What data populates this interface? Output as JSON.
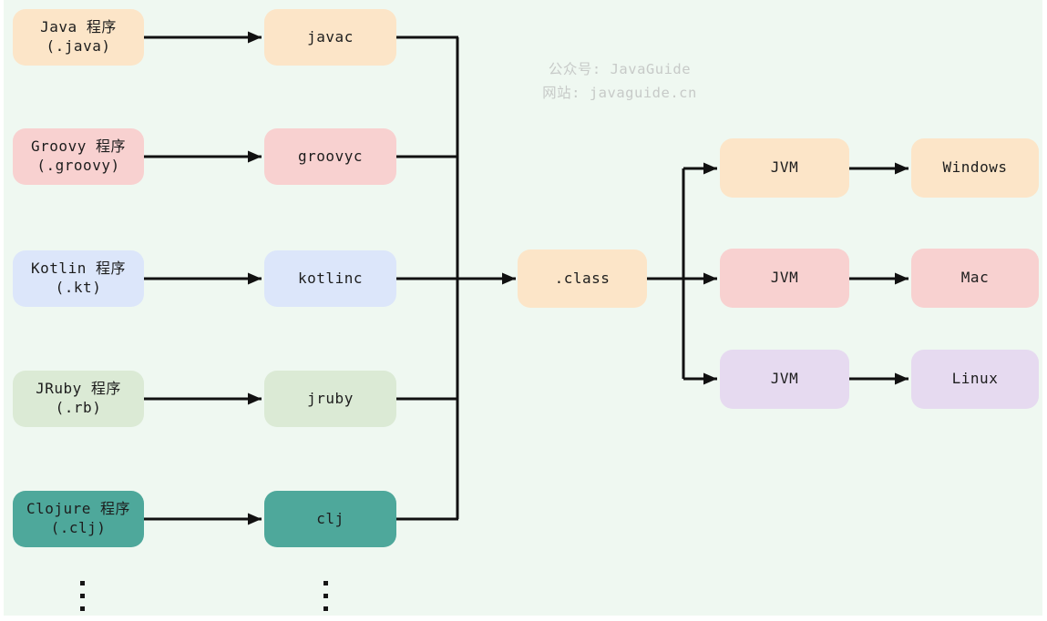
{
  "watermark": {
    "line1": "公众号: JavaGuide",
    "line2": "网站: javaguide.cn"
  },
  "colors": {
    "background": "#eff8f1",
    "line": "#111111",
    "text": "#1d1d1d",
    "watermark": "#c7cac8",
    "peach": "#fce5c8",
    "pink": "#f8d1d0",
    "blue": "#dce6fa",
    "green": "#dbead5",
    "teal": "#4ea89b",
    "lavender": "#e6daf0"
  },
  "pipeline": {
    "sources": [
      {
        "name": "Java 程序",
        "ext": "(.java)",
        "color": "peach"
      },
      {
        "name": "Groovy 程序",
        "ext": "(.groovy)",
        "color": "pink"
      },
      {
        "name": "Kotlin 程序",
        "ext": "(.kt)",
        "color": "blue"
      },
      {
        "name": "JRuby 程序",
        "ext": "(.rb)",
        "color": "green"
      },
      {
        "name": "Clojure 程序",
        "ext": "(.clj)",
        "color": "teal"
      }
    ],
    "compilers": [
      {
        "label": "javac",
        "color": "peach"
      },
      {
        "label": "groovyc",
        "color": "pink"
      },
      {
        "label": "kotlinc",
        "color": "blue"
      },
      {
        "label": "jruby",
        "color": "green"
      },
      {
        "label": "clj",
        "color": "teal"
      }
    ],
    "bytecode": {
      "label": ".class",
      "color": "peach"
    },
    "targets": [
      {
        "vm": "JVM",
        "os": "Windows",
        "color": "peach"
      },
      {
        "vm": "JVM",
        "os": "Mac",
        "color": "pink"
      },
      {
        "vm": "JVM",
        "os": "Linux",
        "color": "lavender"
      }
    ]
  }
}
